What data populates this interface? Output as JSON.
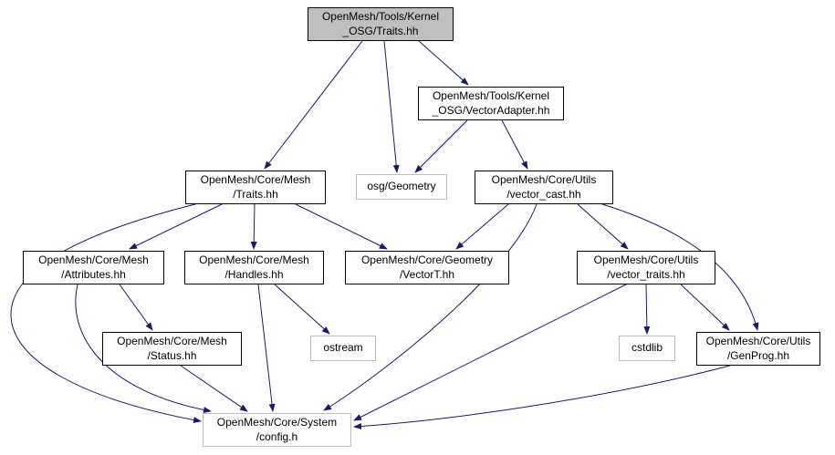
{
  "diagram": {
    "kind": "include-dependency-graph",
    "colors": {
      "edge": "#191970",
      "root_fill": "#bfbfbf",
      "external_border": "#bfbfbf",
      "internal_border": "#000000",
      "background": "#ffffff"
    },
    "nodes": [
      {
        "id": "kernel-osg-traits",
        "label": "OpenMesh/Tools/Kernel\n_OSG/Traits.hh",
        "type": "root"
      },
      {
        "id": "vector-adapter",
        "label": "OpenMesh/Tools/Kernel\n_OSG/VectorAdapter.hh",
        "type": "internal"
      },
      {
        "id": "mesh-traits",
        "label": "OpenMesh/Core/Mesh\n/Traits.hh",
        "type": "internal"
      },
      {
        "id": "osg-geometry",
        "label": "osg/Geometry",
        "type": "external"
      },
      {
        "id": "vector-cast",
        "label": "OpenMesh/Core/Utils\n/vector_cast.hh",
        "type": "internal"
      },
      {
        "id": "attributes",
        "label": "OpenMesh/Core/Mesh\n/Attributes.hh",
        "type": "internal"
      },
      {
        "id": "handles",
        "label": "OpenMesh/Core/Mesh\n/Handles.hh",
        "type": "internal"
      },
      {
        "id": "vectort",
        "label": "OpenMesh/Core/Geometry\n/VectorT.hh",
        "type": "internal"
      },
      {
        "id": "vector-traits",
        "label": "OpenMesh/Core/Utils\n/vector_traits.hh",
        "type": "internal"
      },
      {
        "id": "status",
        "label": "OpenMesh/Core/Mesh\n/Status.hh",
        "type": "internal"
      },
      {
        "id": "ostream",
        "label": "ostream",
        "type": "external"
      },
      {
        "id": "cstdlib",
        "label": "cstdlib",
        "type": "external"
      },
      {
        "id": "genprog",
        "label": "OpenMesh/Core/Utils\n/GenProg.hh",
        "type": "internal"
      },
      {
        "id": "config",
        "label": "OpenMesh/Core/System\n/config.h",
        "type": "external"
      }
    ],
    "edges": [
      {
        "from": "kernel-osg-traits",
        "to": "mesh-traits"
      },
      {
        "from": "kernel-osg-traits",
        "to": "osg-geometry"
      },
      {
        "from": "kernel-osg-traits",
        "to": "vector-adapter"
      },
      {
        "from": "vector-adapter",
        "to": "osg-geometry"
      },
      {
        "from": "vector-adapter",
        "to": "vector-cast"
      },
      {
        "from": "mesh-traits",
        "to": "attributes"
      },
      {
        "from": "mesh-traits",
        "to": "handles"
      },
      {
        "from": "mesh-traits",
        "to": "vectort"
      },
      {
        "from": "mesh-traits",
        "to": "config"
      },
      {
        "from": "vector-cast",
        "to": "vectort"
      },
      {
        "from": "vector-cast",
        "to": "vector-traits"
      },
      {
        "from": "vector-cast",
        "to": "genprog"
      },
      {
        "from": "vector-cast",
        "to": "config"
      },
      {
        "from": "attributes",
        "to": "status"
      },
      {
        "from": "attributes",
        "to": "config"
      },
      {
        "from": "status",
        "to": "config"
      },
      {
        "from": "handles",
        "to": "ostream"
      },
      {
        "from": "handles",
        "to": "config"
      },
      {
        "from": "vector-traits",
        "to": "cstdlib"
      },
      {
        "from": "vector-traits",
        "to": "genprog"
      },
      {
        "from": "vector-traits",
        "to": "config"
      },
      {
        "from": "genprog",
        "to": "config"
      }
    ]
  }
}
